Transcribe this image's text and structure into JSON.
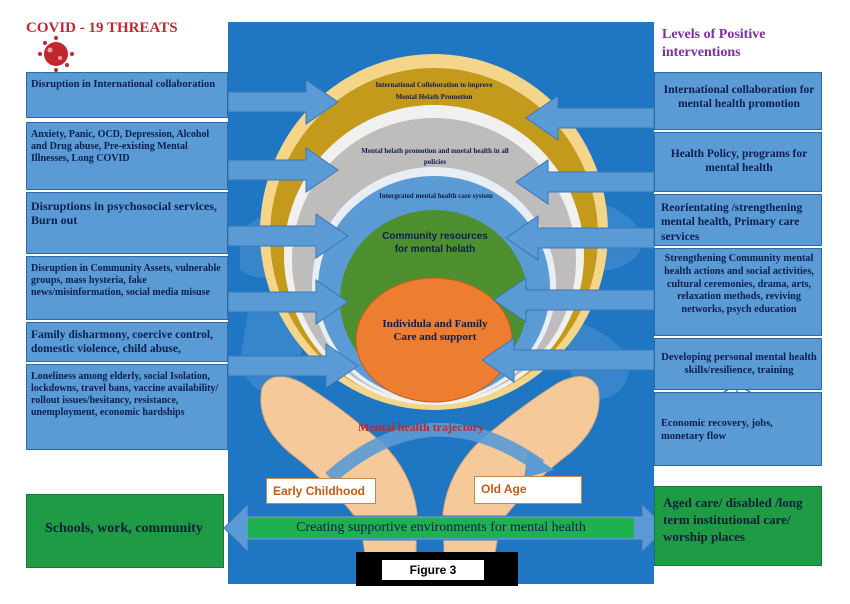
{
  "header": {
    "threats_title": "COVID - 19 THREATS",
    "interventions_title": "Levels of Positive interventions"
  },
  "threats": [
    "Disruption in International collaboration",
    "Anxiety, Panic, OCD, Depression, Alcohol and Drug abuse, Pre-existing Mental Illnesses, Long COVID",
    "Disruptions in psychosocial services, Burn out",
    "Disruption in Community Assets, vulnerable groups, mass hysteria, fake news/misinformation, social media misuse",
    "Family disharmony, coercive control, domestic violence, child abuse,",
    "Loneliness among elderly, social Isolation, lockdowns, travel bans, vaccine availability/ rollout issues/hesitancy, resistance, unemployment, economic hardships"
  ],
  "interventions": [
    "International collaboration for mental health promotion",
    "Health Policy, programs for mental health",
    "Reorientating /strengthening mental health, Primary care services",
    "Strengthening Community mental health actions and social activities, cultural ceremonies, drama, arts, relaxation methods, reviving networks, psych education",
    "Developing personal mental health skills/resilience, training",
    "Economic recovery, jobs, monetary flow"
  ],
  "rings": {
    "ring1": "International Colloboration to improve Mental Helath Promotion",
    "ring2": "Mental helath promotion and mnetal health in all policies",
    "ring3": "Intergrated mental health care system",
    "ring4": "Community resources for mental helath",
    "ring5": "Individula and Family Care and support"
  },
  "trajectory": {
    "label": "Mental health trajectory",
    "start": "Early Childhood",
    "end": "Old Age"
  },
  "bottom": {
    "left": "Schools, work, community",
    "banner": "Creating supportive environments for mental health",
    "right": "Aged care/ disabled /long term institutional care/ worship places",
    "figure": "Figure 3"
  },
  "colors": {
    "ring1": "#c49a1c",
    "ring2": "#bfbcbc",
    "ring3": "#5b9bd5",
    "ring4": "#4e8f2f",
    "ring5": "#ed7d31",
    "background": "#1f76c2",
    "box": "#5b9bd5",
    "green": "#1f9a45"
  }
}
